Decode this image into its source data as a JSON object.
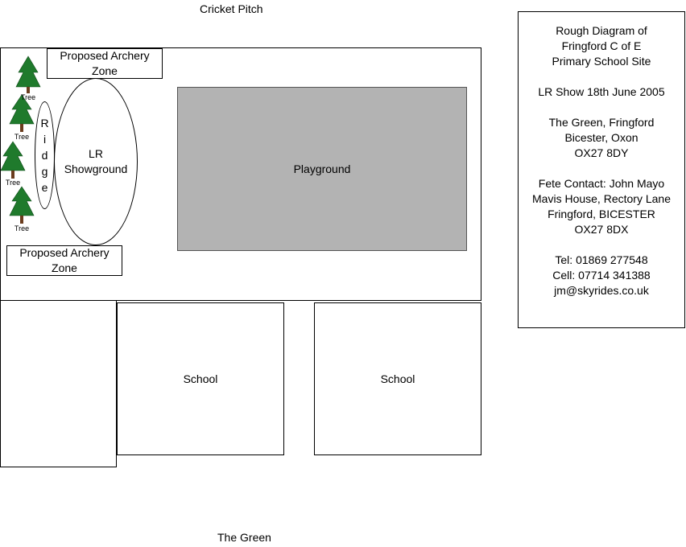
{
  "labels": {
    "cricket_pitch": "Cricket Pitch",
    "the_green": "The Green",
    "playground": "Playground",
    "showground": [
      "LR",
      "Showground"
    ],
    "ridge": [
      "R",
      "i",
      "d",
      "g",
      "e"
    ],
    "archery_top": [
      "Proposed Archery",
      "Zone"
    ],
    "archery_bottom": [
      "Proposed Archery",
      "Zone"
    ],
    "school_left": "School",
    "school_right": "School",
    "tree": "Tree"
  },
  "info_box": {
    "lines": [
      "Rough Diagram of",
      "Fringford C of E",
      "Primary School Site",
      "",
      "LR Show 18th June 2005",
      "",
      "The Green, Fringford",
      "Bicester, Oxon",
      "OX27 8DY",
      "",
      "Fete Contact: John Mayo",
      "Mavis House, Rectory Lane",
      "Fringford, BICESTER",
      "OX27 8DX",
      "",
      "Tel:  01869 277548",
      "Cell: 07714 341388",
      "jm@skyrides.co.uk"
    ]
  },
  "colors": {
    "playground_fill": "#b3b3b3",
    "tree_green": "#1f7a2c",
    "tree_trunk": "#6b3d1e"
  }
}
